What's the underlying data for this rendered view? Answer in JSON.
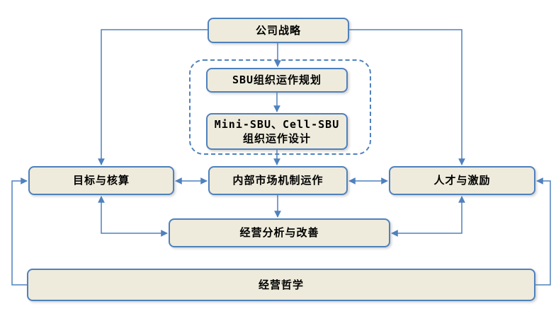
{
  "diagram": {
    "nodes": {
      "company_strategy": {
        "label": "公司战略"
      },
      "sbu_planning": {
        "label": "SBU组织运作规划"
      },
      "mini_sbu_design": {
        "label": "Mini-SBU、Cell-SBU\n组织运作设计"
      },
      "goals_accounting": {
        "label": "目标与核算"
      },
      "internal_market": {
        "label": "内部市场机制运作"
      },
      "talent_incentive": {
        "label": "人才与激励"
      },
      "analysis_improvement": {
        "label": "经营分析与改善"
      },
      "philosophy": {
        "label": "经营哲学"
      }
    },
    "colors": {
      "box_fill": "#eeebdc",
      "box_border": "#4f81bd",
      "dashed_group_border": "#4f81bd",
      "connector": "#4f81bd",
      "text": "#000000",
      "background": "#ffffff"
    }
  }
}
